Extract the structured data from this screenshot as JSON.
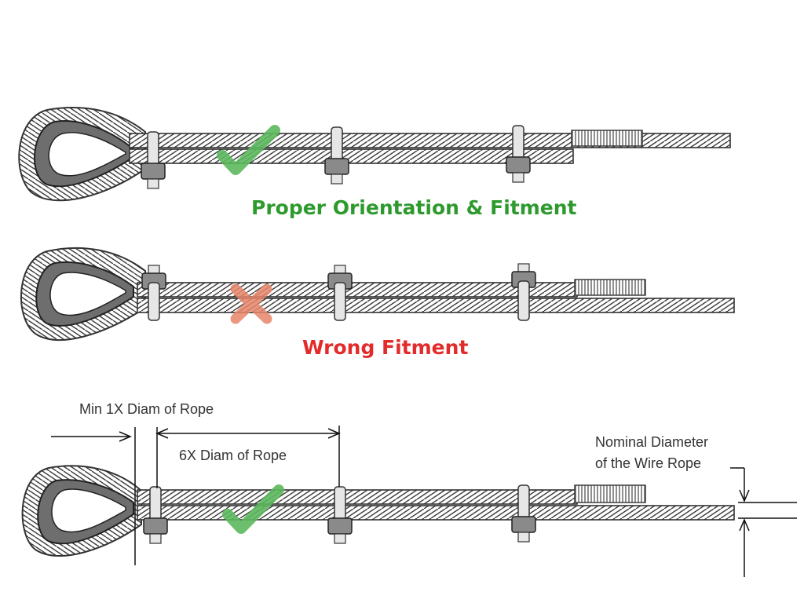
{
  "panels": [
    {
      "id": "proper",
      "caption": "Proper Orientation & Fitment",
      "mark": "check-icon"
    },
    {
      "id": "wrong",
      "caption": "Wrong Fitment",
      "mark": "cross-icon"
    },
    {
      "id": "dimensions",
      "mark": "check-icon"
    }
  ],
  "dimensions": {
    "min_spacing": "Min 1X Diam of Rope",
    "clip_spacing": "6X Diam of Rope",
    "nominal_line1": "Nominal Diameter",
    "nominal_line2": "of the Wire Rope"
  },
  "colors": {
    "ok_text": "#2e9a2e",
    "bad_text": "#e32b2b",
    "check_mark": "#5cb85c",
    "cross_mark": "#e8866a",
    "thimble": "#6e6e6e",
    "clip": "#8a8a8a"
  }
}
